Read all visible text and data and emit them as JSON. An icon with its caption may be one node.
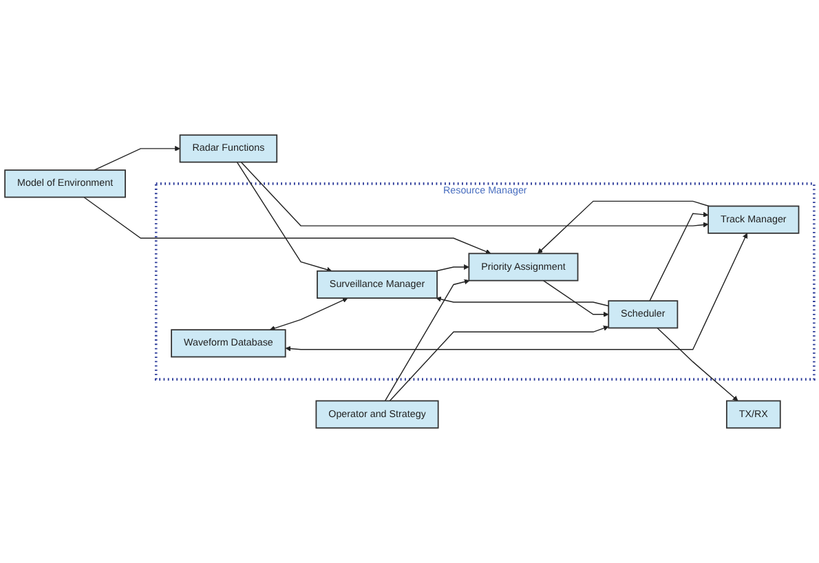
{
  "diagram": {
    "nodes": [
      {
        "text": [
          "Operator and Strategy"
        ]
      },
      {
        "text": [
          "Resource Manager"
        ]
      },
      {
        "text": [
          "Waveform Database"
        ],
        "in": 1
      },
      {
        "text": [
          "Radar Functions"
        ]
      },
      {
        "text": [
          "Surveillance Manager"
        ],
        "in": 1
      },
      {
        "text": [
          "Priority Assignment"
        ],
        "in": 1
      },
      {
        "text": [
          "Scheduler"
        ],
        "in": 1
      },
      {
        "text": [
          "Track Manager"
        ],
        "in": 1
      },
      {
        "text": [
          "TX/RX"
        ]
      },
      {
        "text": [
          "Model of Environment"
        ]
      }
    ],
    "edges": [
      {
        "from": 0,
        "to": 5,
        "arrow": "to"
      },
      {
        "from": 0,
        "to": 6,
        "arrow": "to"
      },
      {
        "from": 2,
        "to": 4,
        "arrow": "both"
      },
      {
        "from": 2,
        "to": 7,
        "arrow": "both"
      },
      {
        "from": 3,
        "to": 4,
        "arrow": "to"
      },
      {
        "from": 3,
        "to": 7,
        "arrow": "to"
      },
      {
        "from": 4,
        "to": 5,
        "arrow": "to"
      },
      {
        "from": 7,
        "to": 5,
        "arrow": "to"
      },
      {
        "from": 5,
        "to": 6,
        "arrow": "to"
      },
      {
        "from": 6,
        "to": 4,
        "arrow": "to"
      },
      {
        "from": 6,
        "to": 7,
        "arrow": "to"
      },
      {
        "from": 6,
        "to": 8,
        "arrow": "to"
      },
      {
        "from": 9,
        "to": 3,
        "arrow": "to"
      },
      {
        "from": 9,
        "to": 5,
        "arrow": "to"
      }
    ]
  }
}
